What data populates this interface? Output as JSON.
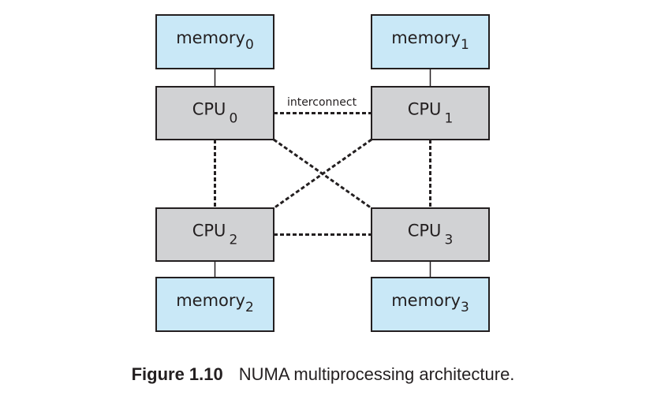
{
  "diagram": {
    "colors": {
      "memory_fill": "#c9e8f7",
      "cpu_fill": "#d1d2d4",
      "stroke": "#231f20"
    },
    "nodes": [
      {
        "id": "memory0",
        "type": "memory",
        "label": "memory",
        "sub": "0"
      },
      {
        "id": "memory1",
        "type": "memory",
        "label": "memory",
        "sub": "1"
      },
      {
        "id": "cpu0",
        "type": "cpu",
        "label": "CPU",
        "sub": "0"
      },
      {
        "id": "cpu1",
        "type": "cpu",
        "label": "CPU",
        "sub": "1"
      },
      {
        "id": "cpu2",
        "type": "cpu",
        "label": "CPU",
        "sub": "2"
      },
      {
        "id": "cpu3",
        "type": "cpu",
        "label": "CPU",
        "sub": "3"
      },
      {
        "id": "memory2",
        "type": "memory",
        "label": "memory",
        "sub": "2"
      },
      {
        "id": "memory3",
        "type": "memory",
        "label": "memory",
        "sub": "3"
      }
    ],
    "edges": [
      {
        "from": "memory0",
        "to": "cpu0",
        "style": "solid"
      },
      {
        "from": "memory1",
        "to": "cpu1",
        "style": "solid"
      },
      {
        "from": "cpu2",
        "to": "memory2",
        "style": "solid"
      },
      {
        "from": "cpu3",
        "to": "memory3",
        "style": "solid"
      },
      {
        "from": "cpu0",
        "to": "cpu1",
        "style": "dashed"
      },
      {
        "from": "cpu0",
        "to": "cpu2",
        "style": "dashed"
      },
      {
        "from": "cpu1",
        "to": "cpu3",
        "style": "dashed"
      },
      {
        "from": "cpu2",
        "to": "cpu3",
        "style": "dashed"
      },
      {
        "from": "cpu0",
        "to": "cpu3",
        "style": "dashed"
      },
      {
        "from": "cpu1",
        "to": "cpu2",
        "style": "dashed"
      }
    ],
    "interconnect_label": "interconnect"
  },
  "caption": {
    "number": "Figure 1.10",
    "text": "NUMA multiprocessing architecture."
  }
}
